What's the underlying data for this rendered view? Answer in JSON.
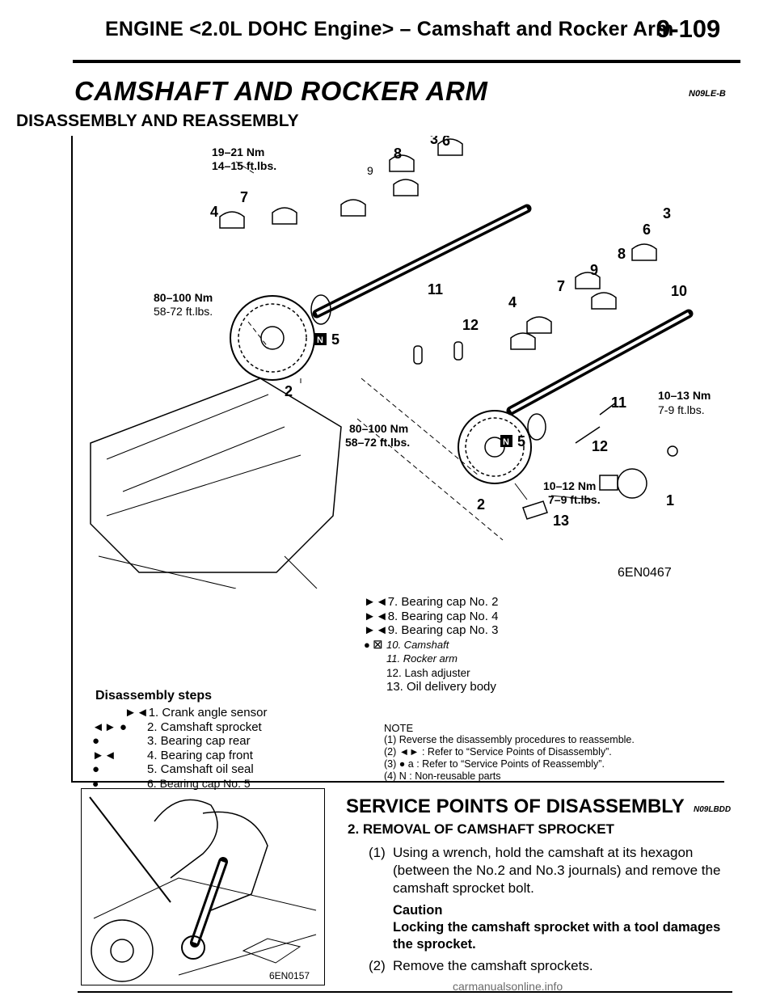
{
  "header": {
    "title": "ENGINE <2.0L DOHC Engine> – Camshaft and Rocker Arm",
    "page": "9-109"
  },
  "section": {
    "title": "CAMSHAFT AND ROCKER ARM",
    "code": "N09LE-B",
    "subtitle": "DISASSEMBLY AND REASSEMBLY"
  },
  "figure": {
    "id": "6EN0467",
    "labels": {
      "n3a": "3",
      "n6a": "6",
      "n8a": "8",
      "n9a": "9",
      "n7a": "7",
      "n4a": "4",
      "n3b": "3",
      "n6b": "6",
      "n8b": "8",
      "n9b": "9",
      "n7b": "7",
      "n10": "10",
      "n11a": "11",
      "n4b": "4",
      "n12a": "12",
      "n5a": "5",
      "n2a": "2",
      "n11b": "11",
      "n12b": "12",
      "n5b": "5",
      "n2b": "2",
      "n13": "13",
      "n1": "1"
    },
    "torque": {
      "t1_nm": "19–21 Nm",
      "t1_ft": "14–15 ft.lbs.",
      "t2_nm": "80–100 Nm",
      "t2_ft": "58-72 ft.lbs.",
      "t3_nm": "80–100 Nm",
      "t3_ft": "58–72 ft.lbs.",
      "t4_nm": "10–13 Nm",
      "t4_ft": "7-9 ft.lbs.",
      "t5_nm": "10–12 Nm",
      "t5_ft": "7–9 ft.lbs."
    },
    "nmark": "N"
  },
  "disassembly": {
    "heading": "Disassembly steps",
    "steps_left": [
      {
        "sym": "►◄",
        "text": "1. Crank angle sensor"
      },
      {
        "sym": "◄► ●",
        "text": "2. Camshaft sprocket"
      },
      {
        "sym": "●",
        "text": "3. Bearing cap rear"
      },
      {
        "sym": "►◄",
        "text": "4. Bearing cap front"
      },
      {
        "sym": "●",
        "text": "5. Camshaft oil seal"
      },
      {
        "sym": "●",
        "text": "6. Bearing cap No. 5"
      }
    ],
    "steps_right": [
      {
        "sym": "►◄",
        "text": "7. Bearing cap No. 2"
      },
      {
        "sym": "►◄",
        "text": "8. Bearing cap No. 4"
      },
      {
        "sym": "►◄",
        "text": "9. Bearing cap No. 3"
      },
      {
        "sym": "● ☒",
        "text": "10. Camshaft"
      },
      {
        "sym": "",
        "text": "11. Rocker arm"
      },
      {
        "sym": "",
        "text": "12. Lash adjuster"
      },
      {
        "sym": "",
        "text": "13. Oil delivery body"
      }
    ]
  },
  "notes": {
    "heading": "NOTE",
    "items": [
      "(1) Reverse the disassembly procedures to reassemble.",
      "(2) ◄► : Refer to “Service Points of Disassembly”.",
      "(3) ● a : Refer to “Service Points of Reassembly”.",
      "(4) N : Non-reusable parts"
    ]
  },
  "photo": {
    "id": "6EN0157"
  },
  "service": {
    "title": "SERVICE POINTS OF DISASSEMBLY",
    "code": "N09LBDD",
    "subtitle": "2. REMOVAL OF CAMSHAFT SPROCKET",
    "p1_num": "(1)",
    "p1": "Using a wrench, hold the camshaft at its hexagon (between the No.2 and No.3 journals) and remove the camshaft sprocket bolt.",
    "caution_head": "Caution",
    "caution_text": "Locking the camshaft sprocket with a tool damages the sprocket.",
    "p2_num": "(2)",
    "p2": "Remove the camshaft sprockets."
  },
  "footer": "carmanualsonline.info"
}
